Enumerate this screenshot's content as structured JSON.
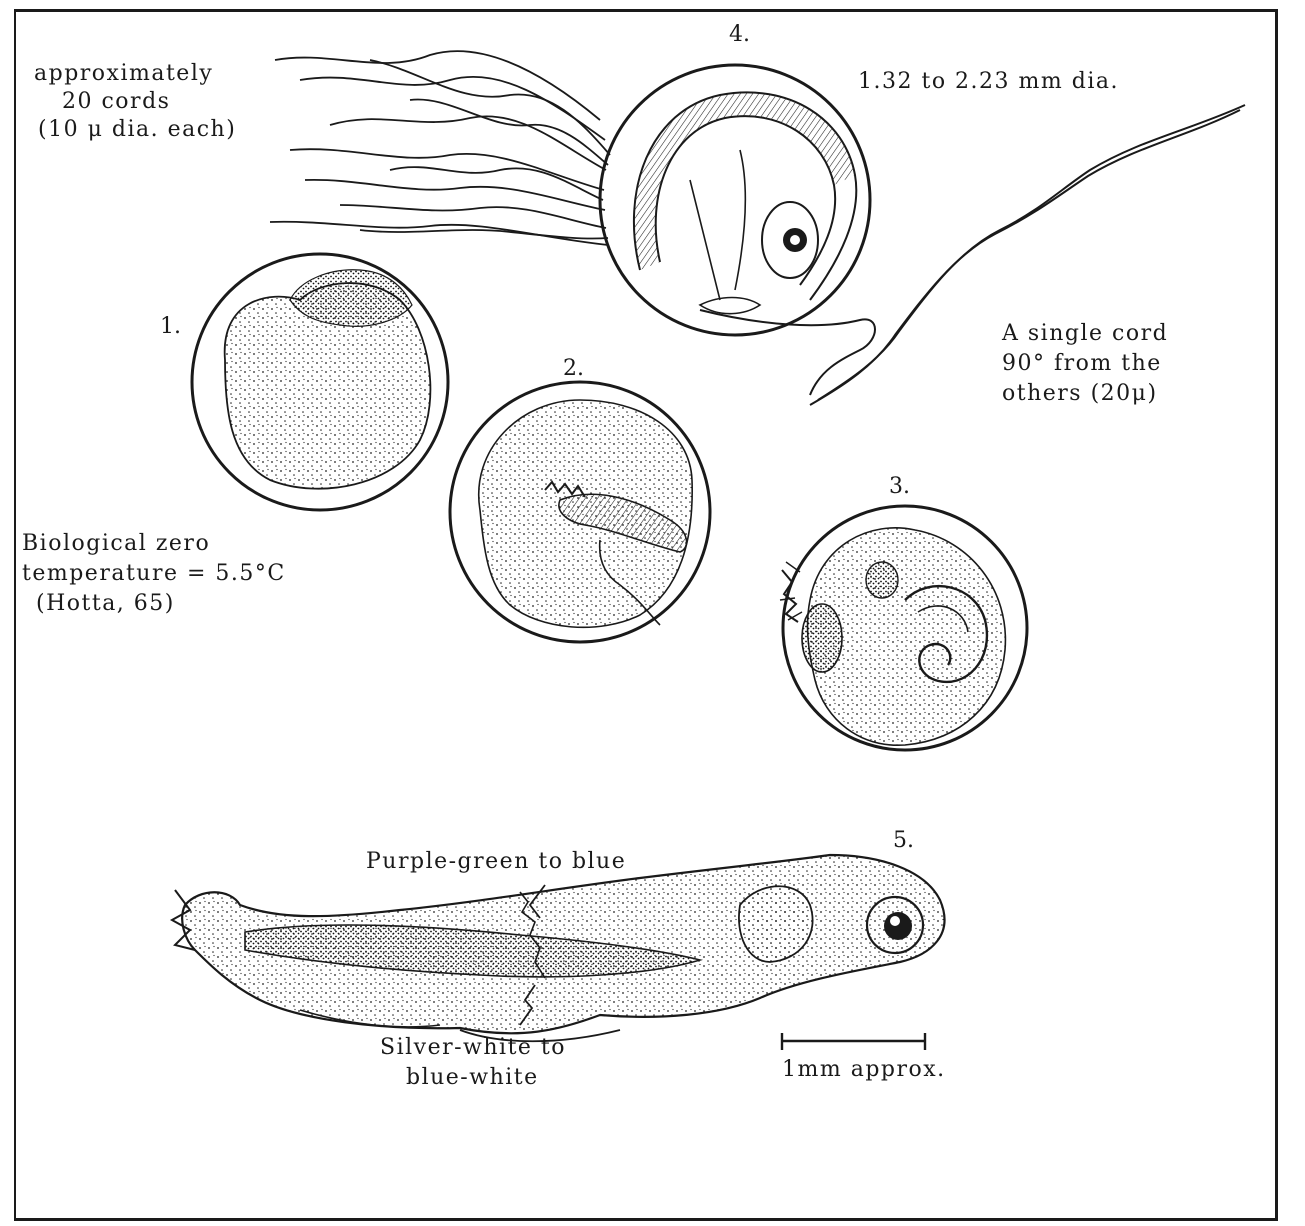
{
  "stages": {
    "s1": "1.",
    "s2": "2.",
    "s3": "3.",
    "s4": "4.",
    "s5": "5."
  },
  "annotations": {
    "cords_line1": "approximately",
    "cords_line2": "20 cords",
    "cords_line3": "(10 μ dia. each)",
    "diameter": "1.32 to 2.23 mm dia.",
    "single_cord_line1": "A single cord",
    "single_cord_line2": "90° from the",
    "single_cord_line3": "others (20μ)",
    "bio_zero_line1": "Biological zero",
    "bio_zero_line2": "temperature = 5.5°C",
    "bio_zero_line3": "(Hotta, 65)",
    "dorsal_color": "Purple-green to blue",
    "ventral_color_line1": "Silver-white to",
    "ventral_color_line2": "blue-white",
    "scale": "1mm approx."
  }
}
